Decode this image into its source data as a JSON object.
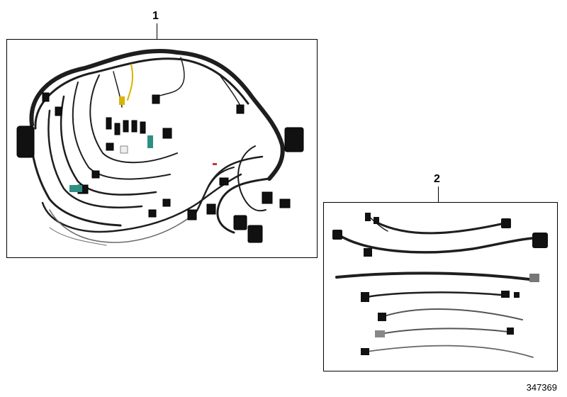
{
  "parts": [
    {
      "callout": "1",
      "name": "main-wiring-harness"
    },
    {
      "callout": "2",
      "name": "adapter-cable-set"
    }
  ],
  "reference_number": "347369",
  "colors": {
    "cable": "#1e1e1e",
    "cable_highlight": "#6a6a6a",
    "connector": "#111111",
    "frame": "#000000",
    "accent_yellow": "#d6b400",
    "accent_teal": "#2d8f82",
    "accent_red": "#c0392b"
  }
}
